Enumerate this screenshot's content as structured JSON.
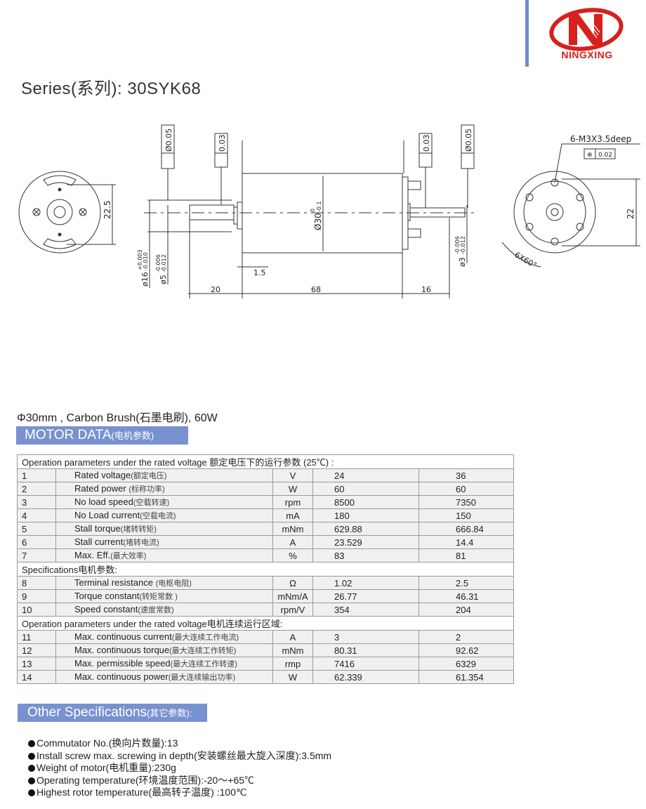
{
  "brand": {
    "name": "NINGXING",
    "color": "#d8201c",
    "accent": "#6f8cc9"
  },
  "series_title": "Series(系列): 30SYK68",
  "drawing": {
    "left_view": {
      "dim": "22.5"
    },
    "side_view": {
      "tol_perp_left": "Ø0.05",
      "tol_runout_left": "0.03",
      "tol_runout_right": "0.03",
      "tol_perp_right": "Ø0.05",
      "body_dia": "Ø30",
      "body_dia_tol_upper": "0",
      "body_dia_tol_lower": "-0.1",
      "boss_dia": "ø16",
      "boss_tol_upper": "+0.003",
      "boss_tol_lower": "-0.010",
      "shaft_dia": "ø5",
      "shaft_tol_upper": "-0.006",
      "shaft_tol_lower": "-0.012",
      "rear_shaft_dia": "ø3",
      "rear_tol_upper": "-0.006",
      "rear_tol_lower": "-0.012",
      "boss_len": "1.5",
      "dim_front": "20",
      "dim_body": "68",
      "dim_rear": "16"
    },
    "right_view": {
      "holes": "6-M3X3.5deep",
      "position_tol": "0.02",
      "dim": "22",
      "angle": "6X60°"
    }
  },
  "subtitle": "Φ30mm , Carbon Brush(石墨电刷), 60W",
  "motor_data": {
    "title": "MOTOR DATA",
    "title_cn": "(电机参数)"
  },
  "table": {
    "sections": [
      {
        "header": "Operation parameters under the rated voltage  额定电压下的运行参数 (25℃) :",
        "rows": [
          {
            "no": "1",
            "name": "Rated voltage",
            "cn": "(额定电压)",
            "unit": "V",
            "v1": "24",
            "v2": "36"
          },
          {
            "no": "2",
            "name": "Rated power ",
            "cn": "(标称功率)",
            "unit": "W",
            "v1": "60",
            "v2": "60"
          },
          {
            "no": "3",
            "name": "No load speed",
            "cn": "(空载转速)",
            "unit": "rpm",
            "v1": "8500",
            "v2": "7350"
          },
          {
            "no": "4",
            "name": "No Load current",
            "cn": "(空载电流)",
            "unit": "mA",
            "v1": "180",
            "v2": "150"
          },
          {
            "no": "5",
            "name": "Stall torque",
            "cn": "(堵转转矩)",
            "unit": "mNm",
            "v1": "629.88",
            "v2": "666.84"
          },
          {
            "no": "6",
            "name": "Stall current",
            "cn": "(堵转电流)",
            "unit": "A",
            "v1": "23.529",
            "v2": "14.4"
          },
          {
            "no": "7",
            "name": "Max. Eff.",
            "cn": "(最大效率)",
            "unit": "%",
            "v1": "83",
            "v2": "81"
          }
        ]
      },
      {
        "header": "Specifications电机参数:",
        "rows": [
          {
            "no": "8",
            "name": "Terminal resistance ",
            "cn": "(电枢电阻)",
            "unit": "Ω",
            "v1": "1.02",
            "v2": "2.5"
          },
          {
            "no": "9",
            "name": "Torque constant",
            "cn": "(转矩常数 )",
            "unit": "mNm/A",
            "v1": "26.77",
            "v2": "46.31"
          },
          {
            "no": "10",
            "name": "Speed constant",
            "cn": "(速度常数)",
            "unit": "rpm/V",
            "v1": "354",
            "v2": "204"
          }
        ]
      },
      {
        "header": "Operation parameters under the rated voltage电机连续运行区域:",
        "rows": [
          {
            "no": "11",
            "name": "Max. continuous current",
            "cn": "(最大连续工作电流)",
            "unit": "A",
            "v1": "3",
            "v2": "2"
          },
          {
            "no": "12",
            "name": "Max. continuous torque",
            "cn": "(最大连续工作转矩)",
            "unit": "mNm",
            "v1": "80.31",
            "v2": "92.62"
          },
          {
            "no": "13",
            "name": "Max. permissible speed",
            "cn": "(最大连续工作转速)",
            "unit": "rmp",
            "v1": "7416",
            "v2": "6329"
          },
          {
            "no": "14",
            "name": "Max. continuous power",
            "cn": "(最大连续输出功率)",
            "unit": "W",
            "v1": "62.339",
            "v2": "61.354"
          }
        ]
      }
    ]
  },
  "other_specs": {
    "title": "Other Specifications",
    "title_cn": "(其它参数):",
    "items": [
      "Commutator No.(换向片数量):13",
      "Install screw max. screwing in depth(安装螺丝最大旋入深度):3.5mm",
      "Weight of motor(电机重量):230g",
      "Operating temperature(环境温度范围):-20～+65℃",
      "Highest rotor temperature(最高转子温度) :100℃"
    ]
  }
}
